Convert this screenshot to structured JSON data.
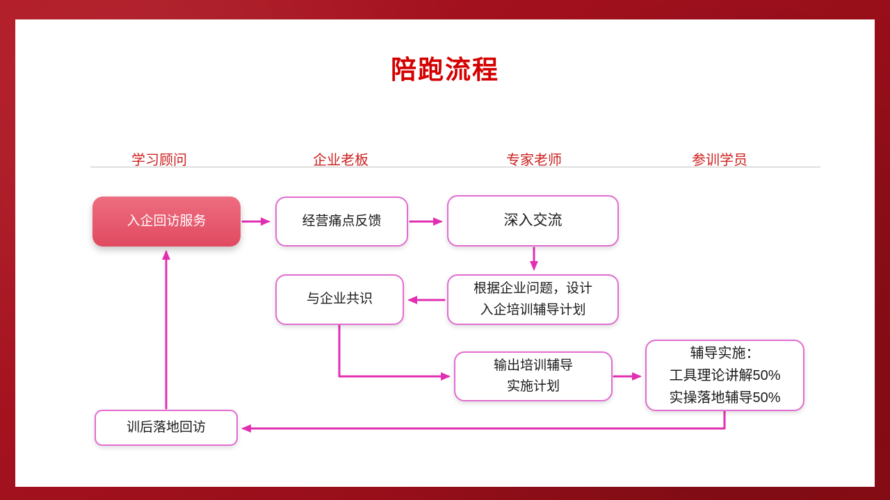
{
  "slide": {
    "title": "陪跑流程"
  },
  "columns": [
    {
      "label": "学习顾问"
    },
    {
      "label": "企业老板"
    },
    {
      "label": "专家老师"
    },
    {
      "label": "参训学员"
    }
  ],
  "flow": {
    "visit_service": "入企回访服务",
    "pain_feedback": "经营痛点反馈",
    "deep_exchange": "深入交流",
    "design_plan": "根据企业问题，设计\n入企培训辅导计划",
    "consensus": "与企业共识",
    "output_plan": "输出培训辅导\n实施计划",
    "coaching_impl": "辅导实施：\n工具理论讲解50%\n实操落地辅导50%",
    "post_visit": "训后落地回访"
  },
  "colors": {
    "title_red": "#d40000",
    "header_red": "#cd2020",
    "arrow_magenta": "#e12fb2",
    "box_border_pink": "#e26bd0",
    "filled_box_red": "#e4556a",
    "frame_red": "#9a0f1b"
  }
}
